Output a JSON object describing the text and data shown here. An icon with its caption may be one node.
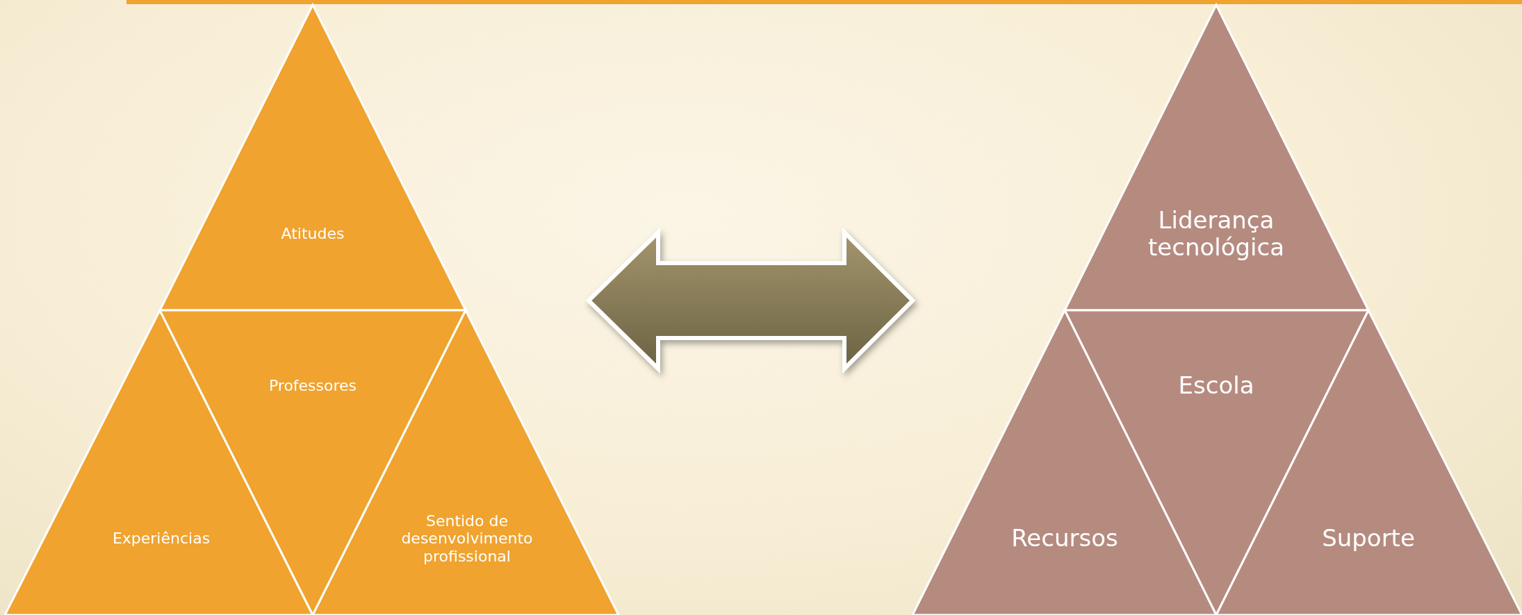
{
  "diagram": {
    "nodes": [
      {
        "text": [
          "Atitudes"
        ]
      },
      {
        "text": [
          "Experiências"
        ]
      },
      {
        "text": [
          "Professores"
        ]
      },
      {
        "text": [
          "Sentido de desenvolvimento profissional"
        ]
      },
      {
        "text": [
          "Liderança tecnológica"
        ]
      },
      {
        "text": [
          "Escola"
        ]
      },
      {
        "text": [
          "Recursos"
        ]
      },
      {
        "text": [
          "Suporte"
        ]
      }
    ],
    "edges": [
      {
        "from": 2,
        "to": 5,
        "arrow": "both"
      }
    ]
  }
}
